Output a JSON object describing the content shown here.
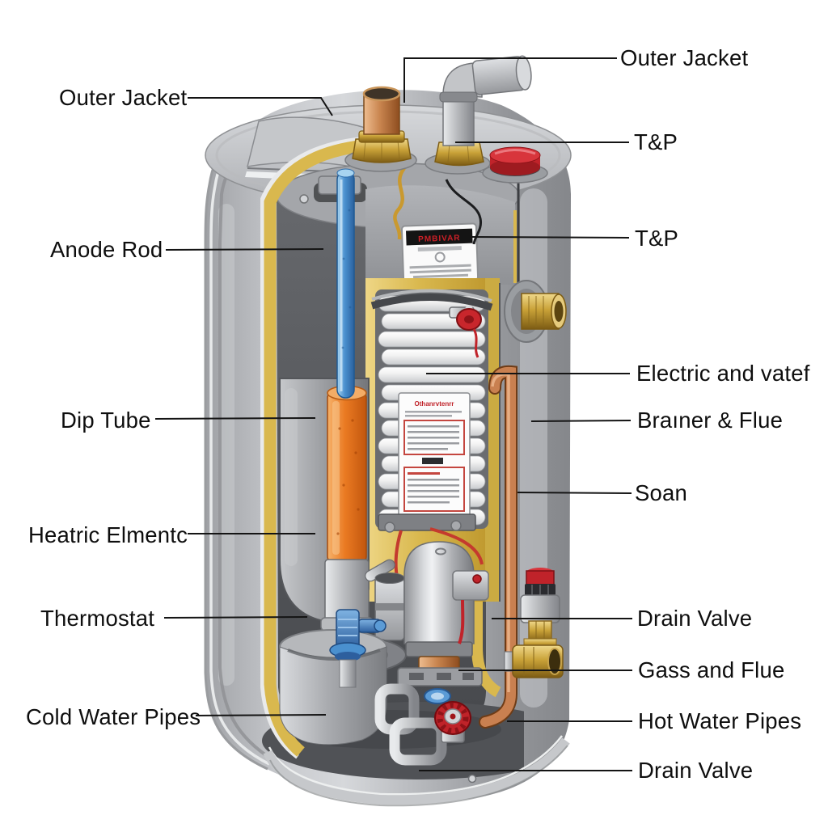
{
  "diagram": {
    "type": "water-heater-cutaway",
    "background": "#ffffff",
    "accent_colors": {
      "insulation_yellow": "#d9b84e",
      "copper": "#c9854f",
      "brass": "#c9a238",
      "steel_gray": "#b4b6ba",
      "alert_red": "#c0232a",
      "anode_blue": "#4a90cf",
      "dip_tube_orange": "#ea7a22"
    },
    "labels": {
      "left": [
        {
          "text": "Outer Jacket"
        },
        {
          "text": "Anode Rod"
        },
        {
          "text": "Dip Tube"
        },
        {
          "text": "Heatric Elmentc"
        },
        {
          "text": "Thermostat"
        },
        {
          "text": "Cold Water Pipes"
        }
      ],
      "right": [
        {
          "text": "Outer Jacket"
        },
        {
          "text": "T&P"
        },
        {
          "text": "T&P"
        },
        {
          "text": "Electric and vatef"
        },
        {
          "text": "Braıner & Flue"
        },
        {
          "text": "Soan"
        },
        {
          "text": "Drain Valve"
        },
        {
          "text": "Gass and Flue"
        },
        {
          "text": "Hot Water Pipes"
        },
        {
          "text": "Drain Valve"
        }
      ]
    },
    "stickers": {
      "rating_plate_brand": "PMBIVAR",
      "element_label_header": "Othanrvtenrr"
    }
  }
}
